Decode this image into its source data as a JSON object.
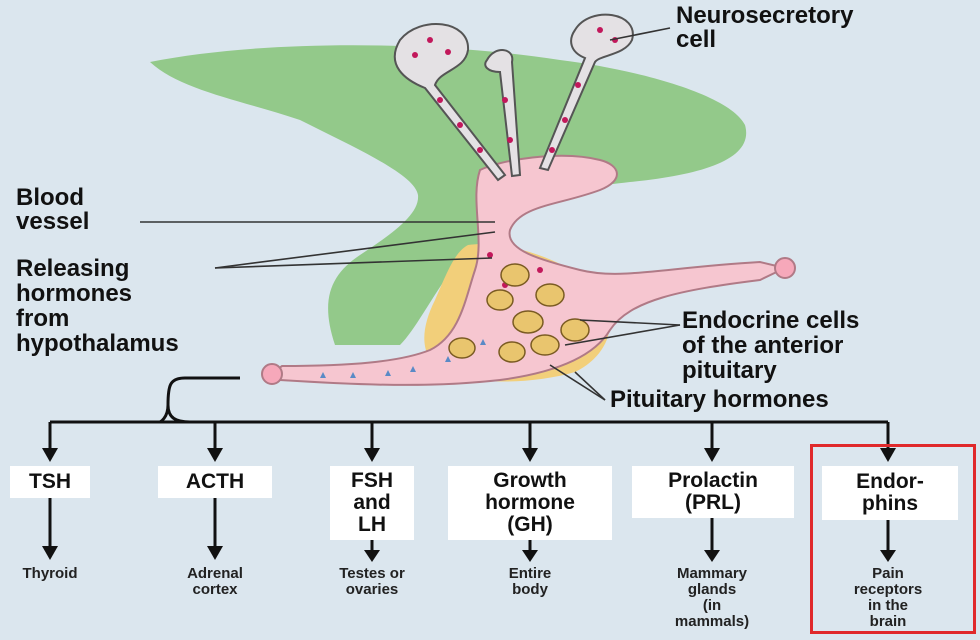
{
  "labels": {
    "neurosecretory": "Neurosecretory\ncell",
    "blood_vessel": "Blood\nvessel",
    "releasing": "Releasing\nhormones\nfrom\nhypothalamus",
    "endocrine": "Endocrine cells\nof the anterior\npituitary",
    "pituitary_hormones": "Pituitary hormones"
  },
  "hormones": [
    {
      "name": "TSH",
      "target": "Thyroid"
    },
    {
      "name": "ACTH",
      "target": "Adrenal\ncortex"
    },
    {
      "name": "FSH\nand\nLH",
      "target": "Testes or\novaries"
    },
    {
      "name": "Growth\nhormone\n(GH)",
      "target": "Entire\nbody"
    },
    {
      "name": "Prolactin\n(PRL)",
      "target": "Mammary\nglands\n(in\nmammals)"
    },
    {
      "name": "Endor-\nphins",
      "target": "Pain\nreceptors\nin the\nbrain"
    }
  ],
  "colors": {
    "background": "#dbe6ee",
    "hypothalamus_green": "#93c98a",
    "vessel_pink": "#f6c6d0",
    "pituitary_yellow": "#f2cf7a",
    "highlight": "#e0292b"
  }
}
